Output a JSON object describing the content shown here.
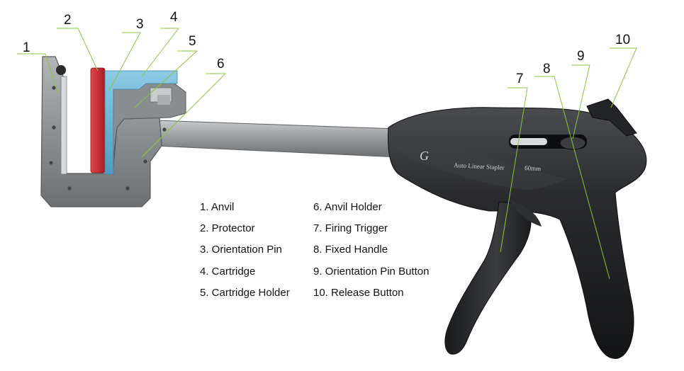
{
  "colors": {
    "leader": "#8cc43f",
    "anvil_red": "#c0262c",
    "cartridge_blue": "#6ab2d2",
    "body_dark": "#1e1f21",
    "metal": "#8e9194"
  },
  "device": {
    "brand_text": "Auto Linear Stapler",
    "size_text": "60mm"
  },
  "callouts": [
    {
      "number": "1"
    },
    {
      "number": "2"
    },
    {
      "number": "3"
    },
    {
      "number": "4"
    },
    {
      "number": "5"
    },
    {
      "number": "6"
    },
    {
      "number": "7"
    },
    {
      "number": "8"
    },
    {
      "number": "9"
    },
    {
      "number": "10"
    }
  ],
  "legend": [
    {
      "text": "1. Anvil"
    },
    {
      "text": "2. Protector"
    },
    {
      "text": "3. Orientation Pin"
    },
    {
      "text": "4. Cartridge"
    },
    {
      "text": "5. Cartridge Holder"
    },
    {
      "text": "6. Anvil Holder"
    },
    {
      "text": "7. Firing Trigger"
    },
    {
      "text": "8. Fixed Handle"
    },
    {
      "text": "9. Orientation Pin Button"
    },
    {
      "text": "10. Release Button"
    }
  ]
}
